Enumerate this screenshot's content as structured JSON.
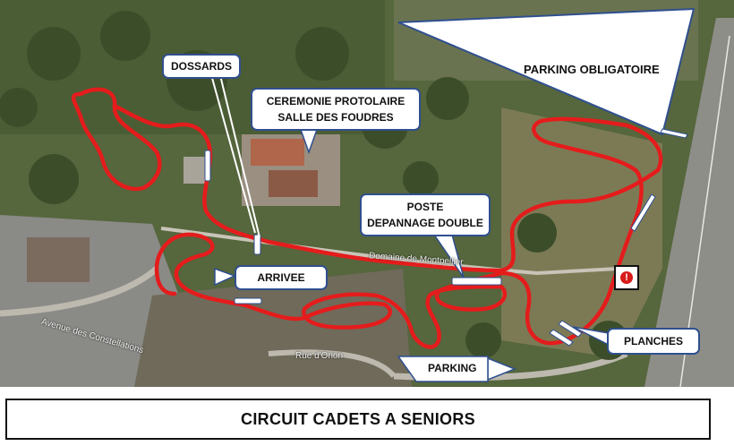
{
  "map": {
    "labels": {
      "dossards": "DOSSARDS",
      "ceremonie_line1": "CEREMONIE PROTOLAIRE",
      "ceremonie_line2": "SALLE DES FOUDRES",
      "parking_obligatoire": "PARKING OBLIGATOIRE",
      "poste_line1": "POSTE",
      "poste_line2": "DEPANNAGE DOUBLE",
      "arrivee": "ARRIVEE",
      "planches": "PLANCHES",
      "parking": "PARKING"
    },
    "roads": {
      "domaine": "Domaine de Montpellier",
      "avenue": "Avenue des Constellations",
      "rue": "Rue d'Orion"
    },
    "danger_icon": "warning-icon",
    "danger_symbol": "!",
    "colors": {
      "circuit": "#e51c1c",
      "callout_border": "#2f4f8f",
      "marker": "#ffffff"
    }
  },
  "footer": {
    "title": "CIRCUIT CADETS A SENIORS"
  }
}
